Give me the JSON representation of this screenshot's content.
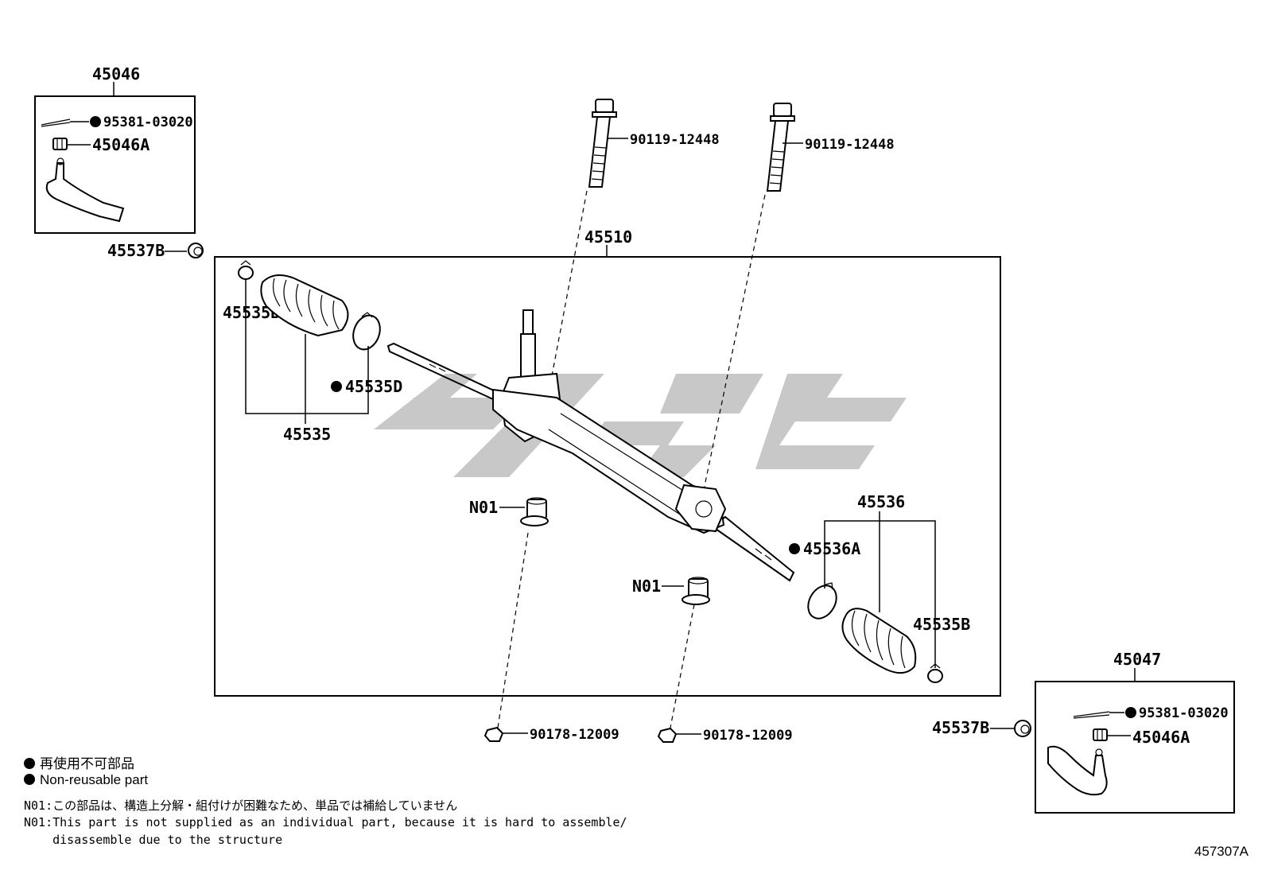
{
  "labels": {
    "p45046": "45046",
    "p95381_top": "95381-03020",
    "p45046A_top": "45046A",
    "p45537B_top": "45537B",
    "p90119_a": "90119-12448",
    "p90119_b": "90119-12448",
    "p45510": "45510",
    "p45535B_l": "45535B",
    "p45535D": "45535D",
    "p45535": "45535",
    "n01_a": "N01",
    "n01_b": "N01",
    "p45536": "45536",
    "p45536A": "45536A",
    "p45535B_r": "45535B",
    "p45047": "45047",
    "p95381_bot": "95381-03020",
    "p45046A_bot": "45046A",
    "p45537B_bot": "45537B",
    "p90178_a": "90178-12009",
    "p90178_b": "90178-12009"
  },
  "legend": {
    "jp": "再使用不可部品",
    "en": "Non-reusable part"
  },
  "notes": {
    "n01_jp": "N01:この部品は、構造上分解・組付けが困難なため、単品では補給していません",
    "n01_en_1": "N01:This part is not supplied as an individual part, because it is hard to assemble/",
    "n01_en_2": "    disassemble due to the structure"
  },
  "figure_number": "457307A",
  "colors": {
    "line": "#000000",
    "watermark": "#c8c8c8",
    "background": "#ffffff"
  }
}
